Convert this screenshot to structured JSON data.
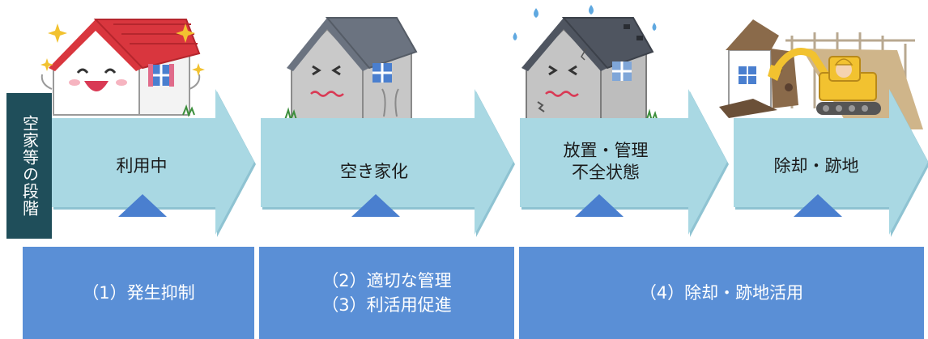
{
  "stage_title": "空家等の段階",
  "stages": [
    {
      "label_lines": [
        "利用中"
      ]
    },
    {
      "label_lines": [
        "空き家化"
      ]
    },
    {
      "label_lines": [
        "放置・管理",
        "不全状態"
      ]
    },
    {
      "label_lines": [
        "除却・跡地"
      ]
    }
  ],
  "measures": [
    {
      "lines": [
        "（1）発生抑制"
      ]
    },
    {
      "lines": [
        "（2）適切な管理",
        "（3）利活用促進"
      ]
    },
    {
      "lines": [
        "（4）除却・跡地活用"
      ]
    }
  ],
  "colors": {
    "arrow": "#a9d8e3",
    "arrow_shadow": "#8fc3d2",
    "marker": "#4a7fcf",
    "measure_box": "#5a8fd6",
    "stage_title_bg": "#1f4e5a"
  }
}
